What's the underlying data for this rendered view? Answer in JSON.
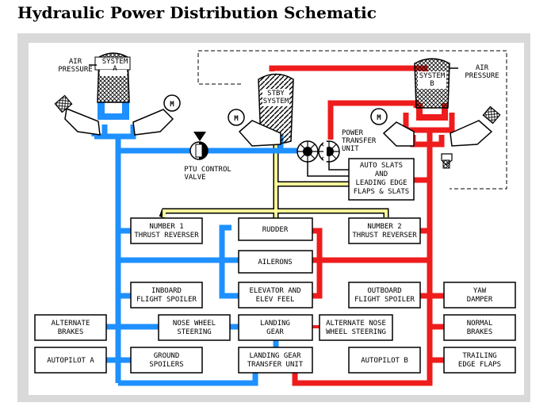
{
  "title": "Hydraulic Power Distribution Schematic",
  "colors": {
    "system_a": "#1e90ff",
    "system_b": "#ee1c1c",
    "standby": "#ffff99",
    "background": "#d9d9d9",
    "box": "#ffffff"
  },
  "labels": {
    "air_pressure_a": [
      "AIR",
      "PRESSURE"
    ],
    "system_a": [
      "SYSTEM",
      "A"
    ],
    "stby_system": [
      "STBY",
      "SYSTEM"
    ],
    "system_b": [
      "SYSTEM",
      "B"
    ],
    "air_pressure_b": [
      "AIR",
      "PRESSURE"
    ],
    "motor": "M",
    "power_transfer_unit": [
      "POWER",
      "TRANSFER",
      "UNIT"
    ],
    "ptu_control_valve": [
      "PTU CONTROL",
      "VALVE"
    ]
  },
  "components": {
    "auto_slats": [
      "AUTO SLATS",
      "AND",
      "LEADING EDGE",
      "FLAPS & SLATS"
    ],
    "thrust_reverser_1": [
      "NUMBER 1",
      "THRUST REVERSER"
    ],
    "rudder": [
      "RUDDER"
    ],
    "thrust_reverser_2": [
      "NUMBER 2",
      "THRUST REVERSER"
    ],
    "ailerons": [
      "AILERONS"
    ],
    "inboard_spoiler": [
      "INBOARD",
      "FLIGHT SPOILER"
    ],
    "elevator": [
      "ELEVATOR AND",
      "ELEV FEEL"
    ],
    "outboard_spoiler": [
      "OUTBOARD",
      "FLIGHT SPOILER"
    ],
    "yaw_damper": [
      "YAW",
      "DAMPER"
    ],
    "alternate_brakes": [
      "ALTERNATE",
      "BRAKES"
    ],
    "nose_wheel_steering": [
      "NOSE WHEEL",
      "STEERING"
    ],
    "landing_gear": [
      "LANDING",
      "GEAR"
    ],
    "alt_nose_wheel": [
      "ALTERNATE NOSE",
      "WHEEL STEERING"
    ],
    "normal_brakes": [
      "NORMAL",
      "BRAKES"
    ],
    "autopilot_a": [
      "AUTOPILOT A"
    ],
    "ground_spoilers": [
      "GROUND",
      "SPOILERS"
    ],
    "lg_transfer_unit": [
      "LANDING GEAR",
      "TRANSFER UNIT"
    ],
    "autopilot_b": [
      "AUTOPILOT B"
    ],
    "trailing_edge_flaps": [
      "TRAILING",
      "EDGE FLAPS"
    ]
  }
}
